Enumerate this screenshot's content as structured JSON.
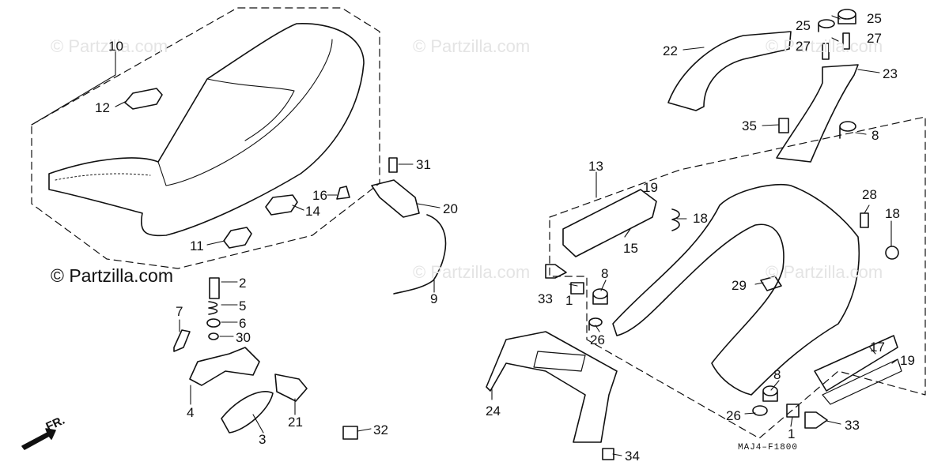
{
  "watermark": "© Partzilla.com",
  "credit": "© Partzilla.com",
  "diagram_code": "MAJ4–F1800",
  "direction_label": "FR.",
  "callouts": {
    "n10": "10",
    "n12": "12",
    "n11": "11",
    "n14": "14",
    "n16": "16",
    "n31": "31",
    "n20": "20",
    "n9": "9",
    "n2": "2",
    "n5": "5",
    "n6": "6",
    "n30": "30",
    "n7": "7",
    "n4": "4",
    "n3": "3",
    "n21": "21",
    "n32": "32",
    "n22": "22",
    "n25a": "25",
    "n25b": "25",
    "n27a": "27",
    "n27b": "27",
    "n23": "23",
    "n35": "35",
    "n8a": "8",
    "n13": "13",
    "n19a": "19",
    "n18a": "18",
    "n15": "15",
    "n28": "28",
    "n18b": "18",
    "n33a": "33",
    "n1a": "1",
    "n8b": "8",
    "n29": "29",
    "n26a": "26",
    "n17": "17",
    "n19b": "19",
    "n24": "24",
    "n8c": "8",
    "n26b": "26",
    "n1b": "1",
    "n33b": "33",
    "n34": "34"
  }
}
